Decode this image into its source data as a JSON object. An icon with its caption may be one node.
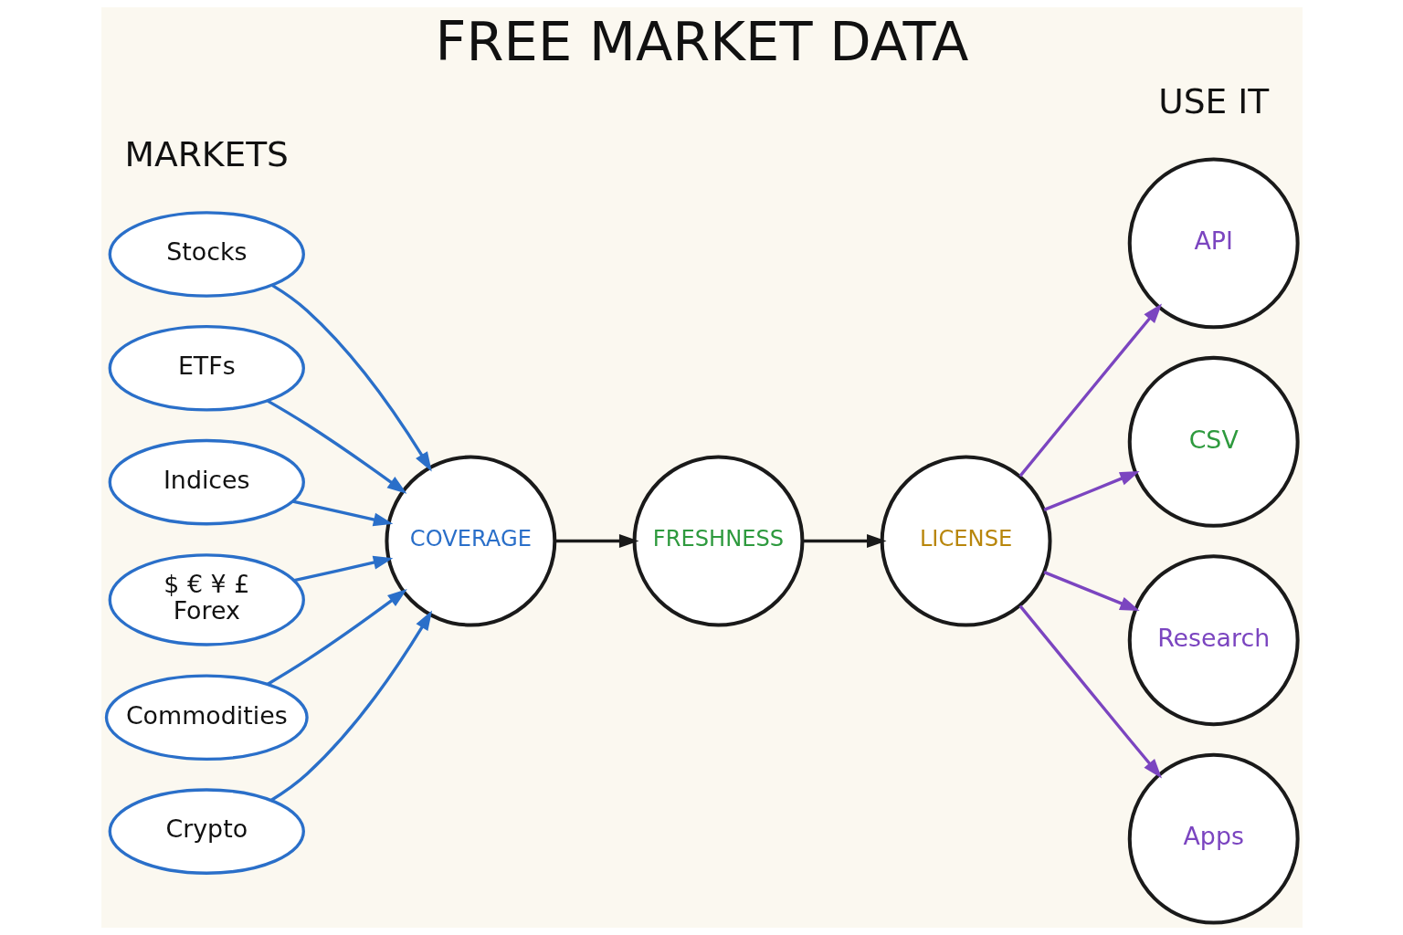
{
  "diagram": {
    "title": "FREE MARKET DATA",
    "nodes": [
      {
        "text": [
          "Stocks"
        ]
      },
      {
        "text": [
          "ETFs"
        ]
      },
      {
        "text": [
          "Indices"
        ]
      },
      {
        "text": [
          "$ € ¥ £",
          "Forex"
        ]
      },
      {
        "text": [
          "Commodities"
        ]
      },
      {
        "text": [
          "Crypto"
        ]
      },
      {
        "text": [
          "COVERAGE"
        ]
      },
      {
        "text": [
          "FRESHNESS"
        ]
      },
      {
        "text": [
          "LICENSE"
        ]
      },
      {
        "text": [
          "API"
        ]
      },
      {
        "text": [
          "CSV"
        ]
      },
      {
        "text": [
          "Research"
        ]
      },
      {
        "text": [
          "Apps"
        ]
      }
    ],
    "edges": [
      {
        "from": 0,
        "to": 6,
        "arrow": "to",
        "color": "#2a6fc9"
      },
      {
        "from": 1,
        "to": 6,
        "arrow": "to",
        "color": "#2a6fc9"
      },
      {
        "from": 2,
        "to": 6,
        "arrow": "to",
        "color": "#2a6fc9"
      },
      {
        "from": 3,
        "to": 6,
        "arrow": "to",
        "color": "#2a6fc9"
      },
      {
        "from": 4,
        "to": 6,
        "arrow": "to",
        "color": "#2a6fc9"
      },
      {
        "from": 5,
        "to": 6,
        "arrow": "to",
        "color": "#2a6fc9"
      },
      {
        "from": 6,
        "to": 7,
        "arrow": "to",
        "color": "#1a1a1a"
      },
      {
        "from": 7,
        "to": 8,
        "arrow": "to",
        "color": "#1a1a1a"
      },
      {
        "from": 8,
        "to": 9,
        "arrow": "to",
        "color": "#7b45c0"
      },
      {
        "from": 8,
        "to": 10,
        "arrow": "to",
        "color": "#7b45c0"
      },
      {
        "from": 8,
        "to": 11,
        "arrow": "to",
        "color": "#7b45c0"
      },
      {
        "from": 8,
        "to": 12,
        "arrow": "to",
        "color": "#7b45c0"
      }
    ],
    "labels": [
      "MARKETS",
      "USE IT"
    ]
  }
}
